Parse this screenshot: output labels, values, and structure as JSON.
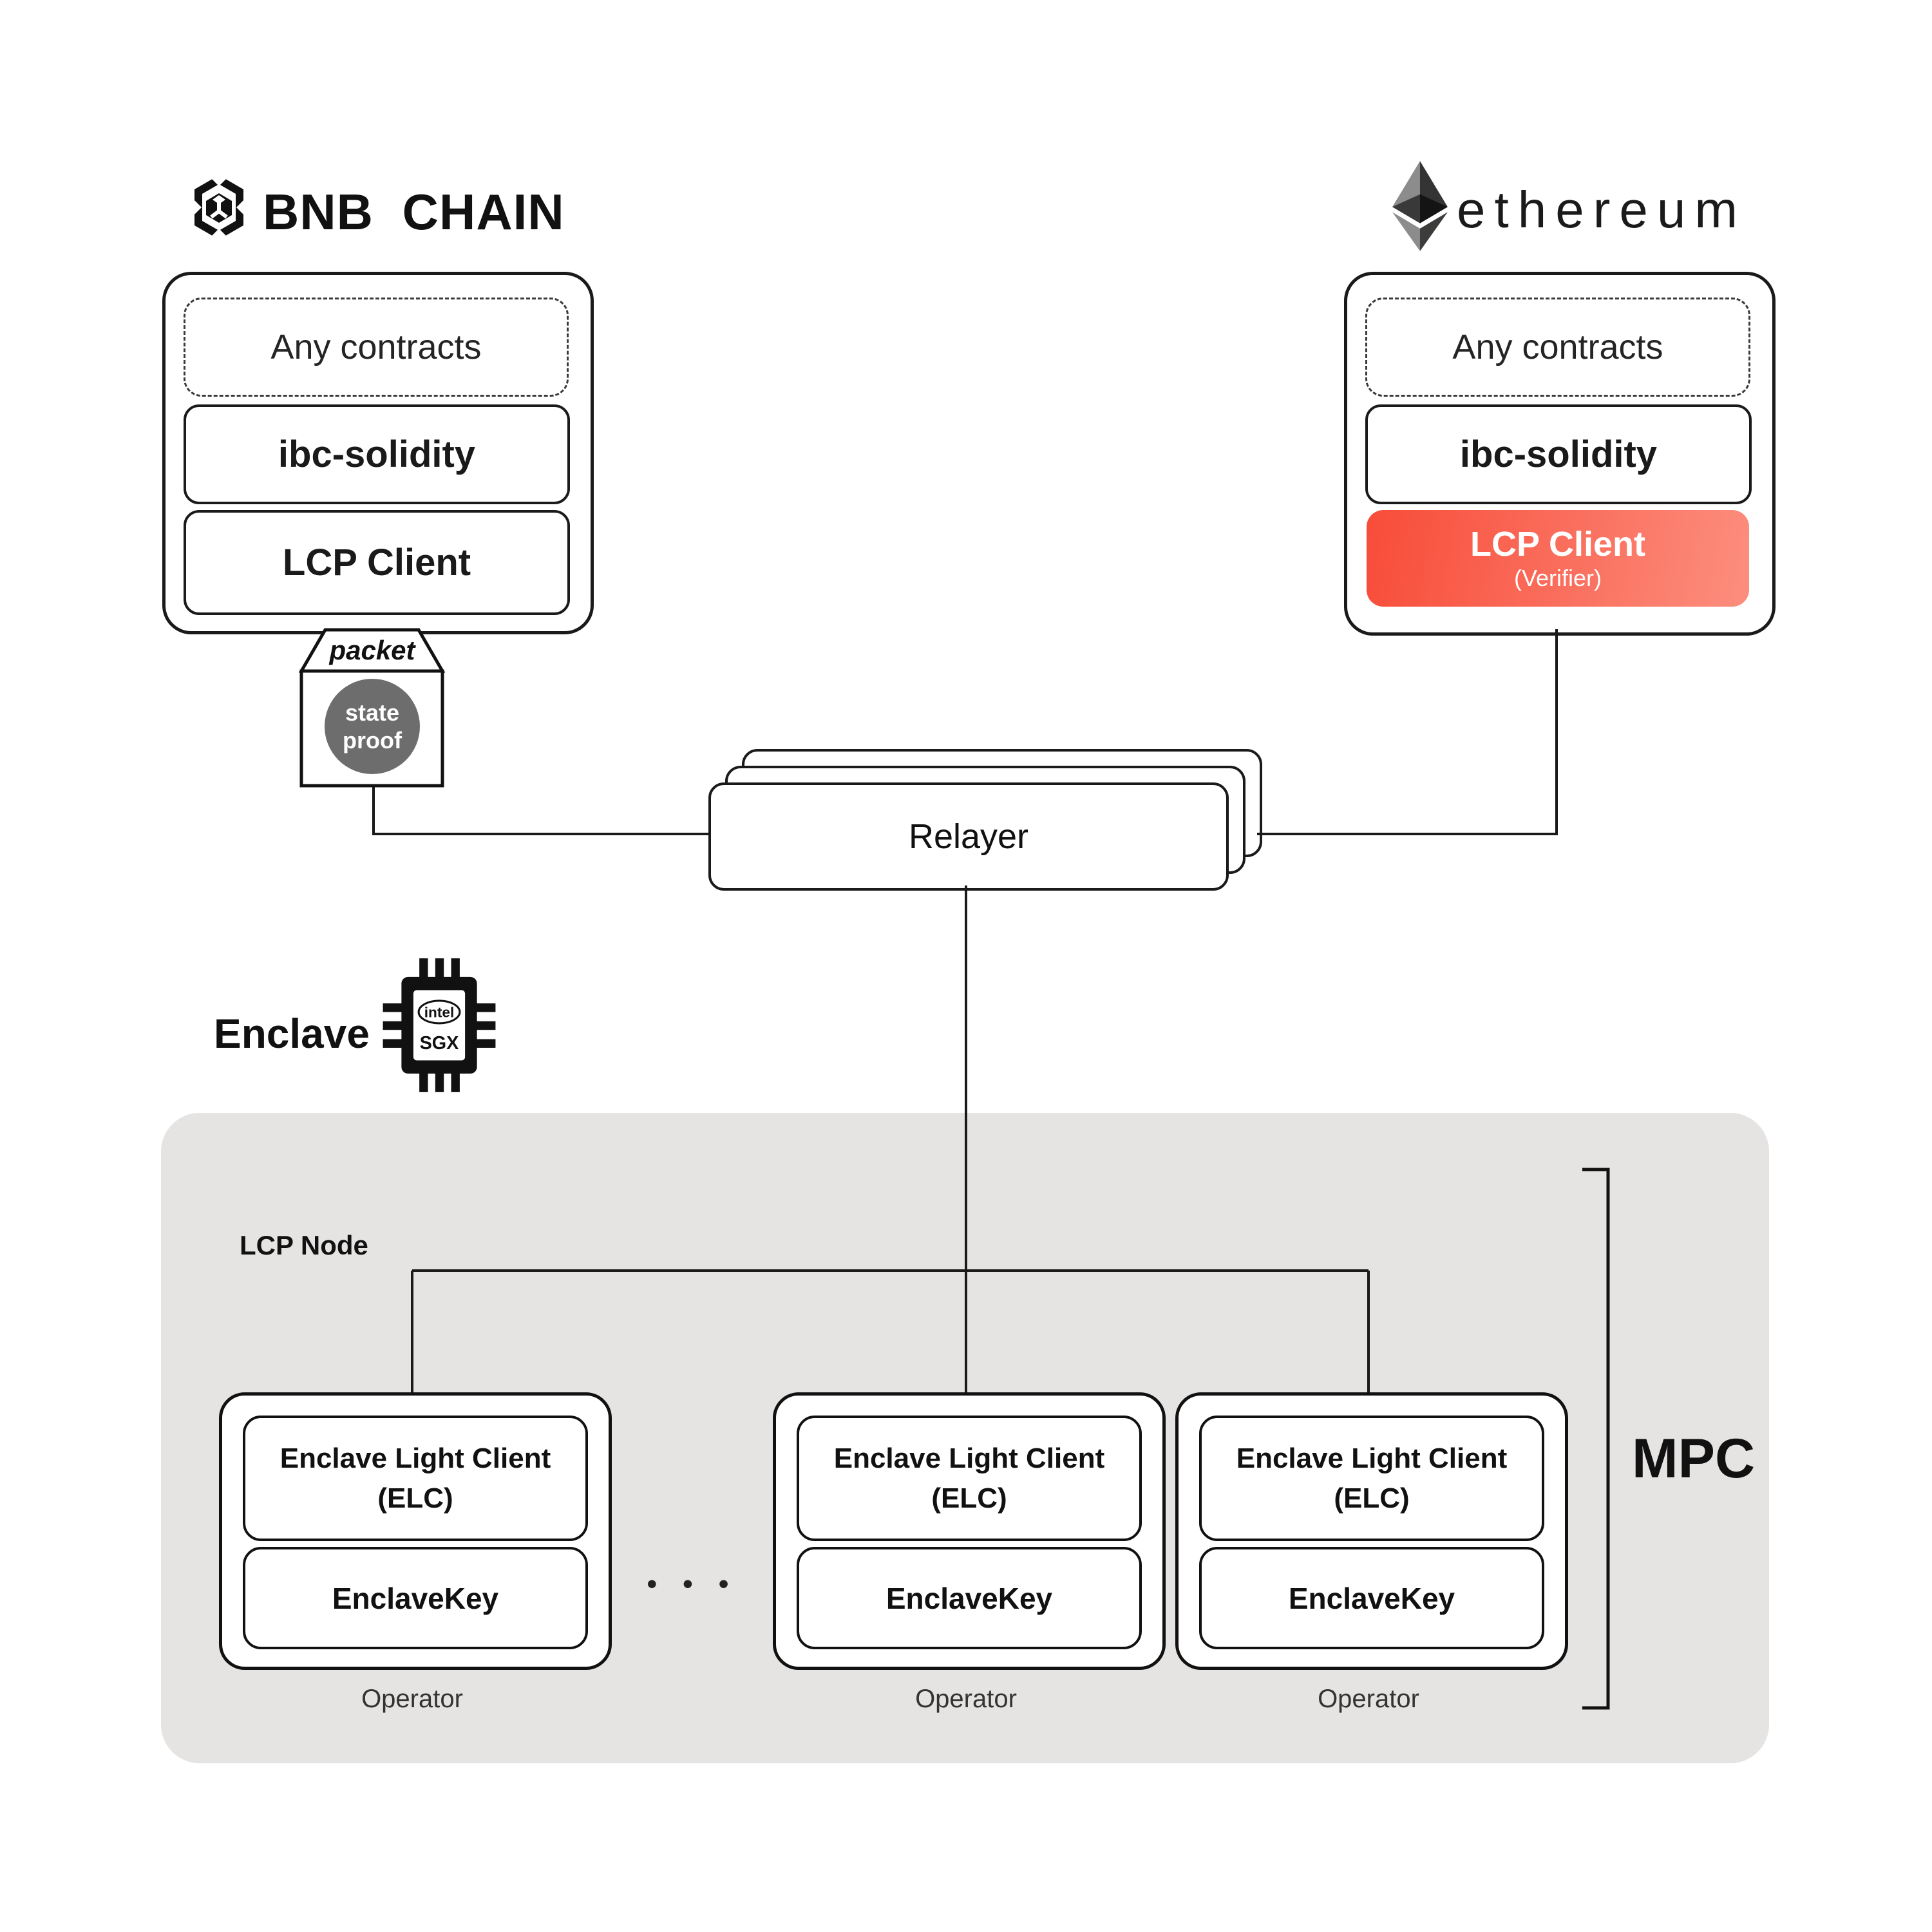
{
  "colors": {
    "ink": "#1a1a1a",
    "panel_gray": "#e5e4e3",
    "state_proof_gray": "#6d6d6d",
    "red_gradient_start": "#f84c39",
    "red_gradient_end": "#fc8e7e"
  },
  "bnb_chain": {
    "wordmark": "BNB CHAIN",
    "box": {
      "any_contracts": "Any contracts",
      "ibc_solidity": "ibc-solidity",
      "lcp_client": "LCP Client"
    }
  },
  "ethereum": {
    "wordmark": "ethereum",
    "box": {
      "any_contracts": "Any contracts",
      "ibc_solidity": "ibc-solidity",
      "lcp_client": "LCP Client",
      "lcp_client_sub": "(Verifier)"
    }
  },
  "packet": {
    "label": "packet",
    "state_proof": {
      "line1": "state",
      "line2": "proof"
    }
  },
  "relayer": {
    "label": "Relayer"
  },
  "enclave": {
    "label": "Enclave",
    "chip": {
      "brand": "intel",
      "tech": "SGX"
    }
  },
  "lcp_node": {
    "label": "LCP Node",
    "ellipsis": "• • •",
    "mpc": "MPC",
    "operators": [
      {
        "elc_line1": "Enclave Light Client",
        "elc_line2": "(ELC)",
        "enclave_key": "EnclaveKey",
        "operator_label": "Operator"
      },
      {
        "elc_line1": "Enclave Light Client",
        "elc_line2": "(ELC)",
        "enclave_key": "EnclaveKey",
        "operator_label": "Operator"
      },
      {
        "elc_line1": "Enclave Light Client",
        "elc_line2": "(ELC)",
        "enclave_key": "EnclaveKey",
        "operator_label": "Operator"
      }
    ]
  }
}
